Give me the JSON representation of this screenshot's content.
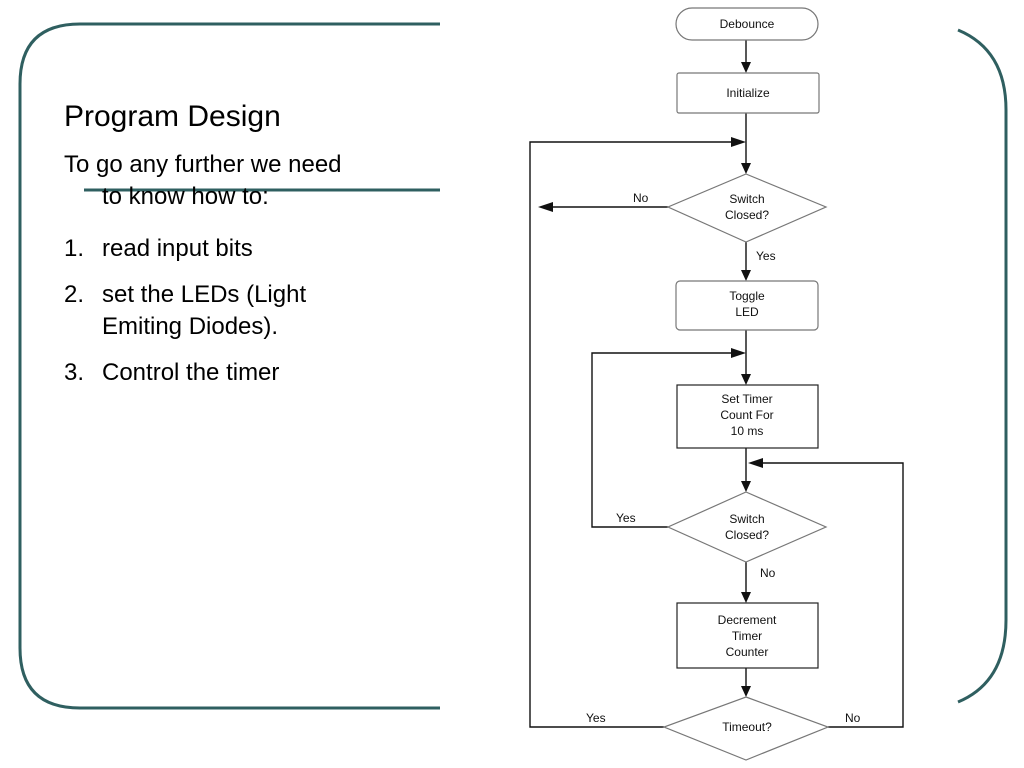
{
  "slide": {
    "title": "Program Design",
    "intro": "To go any further we need to know how to:",
    "steps": [
      {
        "num": "1.",
        "text": "read input bits"
      },
      {
        "num": "2.",
        "text": "set the LEDs (Light Emiting Diodes)."
      },
      {
        "num": "3.",
        "text": "Control the timer"
      }
    ]
  },
  "colors": {
    "frame_teal": "#2f5f60"
  },
  "flowchart": {
    "start": "Debounce",
    "initialize": "Initialize",
    "switch1": [
      "Switch",
      "Closed?"
    ],
    "toggle": [
      "Toggle",
      "LED"
    ],
    "set_timer": [
      "Set Timer",
      "Count For",
      "10 ms"
    ],
    "switch2": [
      "Switch",
      "Closed?"
    ],
    "decrement": [
      "Decrement",
      "Timer",
      "Counter"
    ],
    "timeout": "Timeout?",
    "labels": {
      "sw1_no": "No",
      "sw1_yes": "Yes",
      "sw2_yes": "Yes",
      "sw2_no": "No",
      "timeout_yes": "Yes",
      "timeout_no": "No"
    }
  }
}
